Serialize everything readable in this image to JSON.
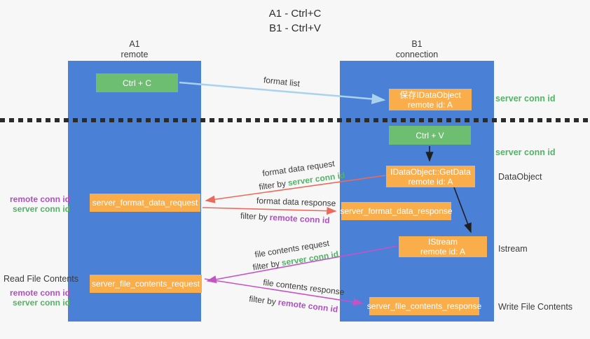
{
  "title": {
    "line1": "A1 - Ctrl+C",
    "line2": "B1 - Ctrl+V"
  },
  "columns": {
    "left": {
      "name": "A1",
      "subtitle": "remote"
    },
    "right": {
      "name": "B1",
      "subtitle": "connection"
    }
  },
  "nodes": {
    "ctrl_c": {
      "label": "Ctrl + C"
    },
    "ctrl_v": {
      "label": "Ctrl + V"
    },
    "save_dataobject": {
      "line1": "保存IDataObject",
      "line2": "remote id: A"
    },
    "getdata": {
      "line1": "IDataObject::GetData",
      "line2": "remote id: A"
    },
    "istream": {
      "line1": "IStream",
      "line2": "remote id: A"
    },
    "format_request": {
      "label": "server_format_data_request"
    },
    "format_response": {
      "label": "server_format_data_response"
    },
    "file_request": {
      "label": "server_file_contents_request"
    },
    "file_response": {
      "label": "server_file_contents_response"
    }
  },
  "edge_labels": {
    "format_list": "format list",
    "format_data_request": "format data request",
    "format_data_response": "format data response",
    "file_contents_request": "file contents request",
    "file_contents_response": "file contents response"
  },
  "terms": {
    "filter_by": "filter by",
    "server_conn_id": "server conn id",
    "remote_conn_id": "remote conn id"
  },
  "side_labels": {
    "server_conn_id_top": "server conn id",
    "server_conn_id_mid": "server conn id",
    "dataobject": "DataObject",
    "istream": "Istream",
    "read_file_contents": "Read File Contents",
    "write_file_contents": "Write File Contents"
  },
  "colors": {
    "column_blue": "#4a80d6",
    "box_green": "#6ebe71",
    "box_orange": "#f9ae4b",
    "text_green": "#52b366",
    "text_purple": "#b04fc2",
    "arrow_red": "#ec6a5c",
    "arrow_magenta": "#c653c6",
    "arrow_blue": "#a9d2ee",
    "arrow_black": "#1f1f1f"
  }
}
